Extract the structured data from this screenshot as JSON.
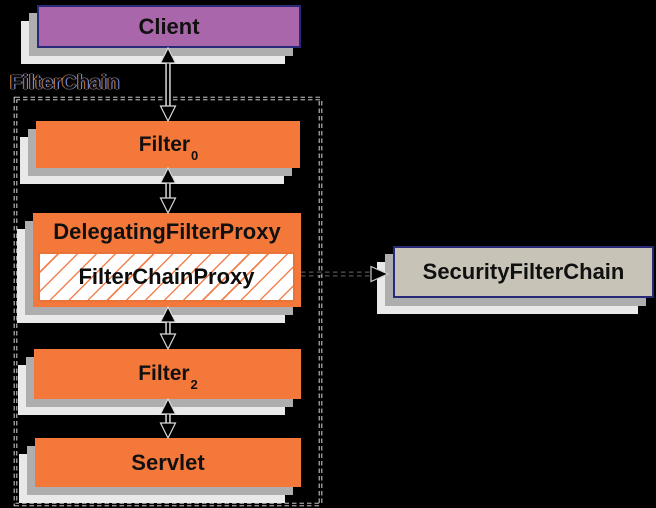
{
  "colors": {
    "background": "#000000",
    "box_orange": "#f4783a",
    "hatch_orange": "#f2834e",
    "client_purple": "#aa66aa",
    "navy_border": "#29297a",
    "security_chain_beige": "#c8c3b7",
    "shadow_medium": "#aeaeae",
    "shadow_light": "#e9e9e9",
    "arrow_black": "#000000",
    "arrow_outline": "#d9d9d9",
    "text_black": "#101010"
  },
  "nodes": {
    "client": {
      "label": "Client"
    },
    "filterchain_group": {
      "label": "FilterChain"
    },
    "filter0": {
      "label": "Filter",
      "sub": "0"
    },
    "delegating_filter_proxy": {
      "label": "DelegatingFilterProxy"
    },
    "filter_chain_proxy": {
      "label": "FilterChainProxy"
    },
    "filter2": {
      "label": "Filter",
      "sub": "2"
    },
    "servlet": {
      "label": "Servlet"
    },
    "security_filter_chain": {
      "label": "SecurityFilterChain"
    }
  },
  "connectors": {
    "vertical_double_arrows": [
      {
        "from": "client",
        "to": "filter0",
        "style": "double-headed"
      },
      {
        "from": "filter0",
        "to": "delegating_filter_proxy",
        "style": "double-headed"
      },
      {
        "from": "delegating_filter_proxy",
        "to": "filter2",
        "style": "double-headed"
      },
      {
        "from": "filter2",
        "to": "servlet",
        "style": "double-headed"
      }
    ],
    "dashed_arrow": {
      "from": "filter_chain_proxy",
      "to": "security_filter_chain",
      "style": "dashed, single-headed"
    }
  }
}
